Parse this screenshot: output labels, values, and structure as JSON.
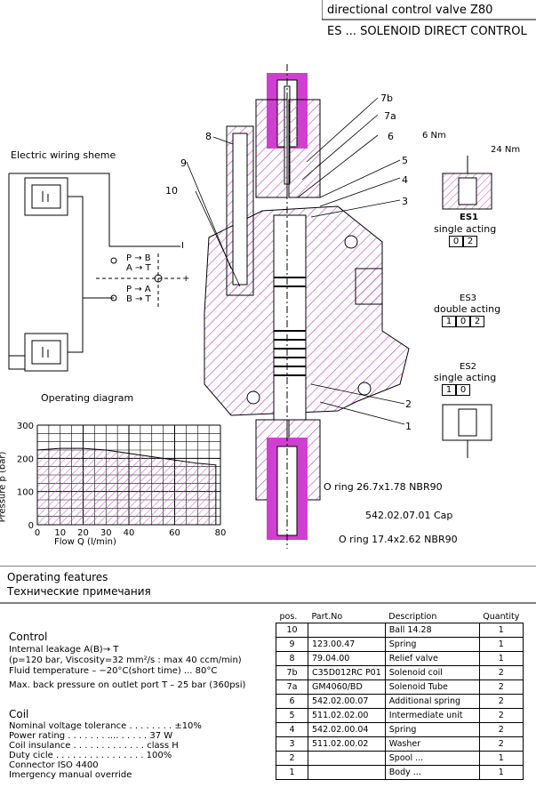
{
  "header": {
    "title": "directional control valve Z80",
    "subtitle": "ES ... SOLENOID DIRECT CONTROL"
  },
  "wiring": {
    "title": "Electric wiring sheme",
    "rows": [
      {
        "left": "P",
        "right": "B"
      },
      {
        "left": "A",
        "right": "T"
      },
      {
        "left": "P",
        "right": "A"
      },
      {
        "left": "B",
        "right": "T"
      }
    ],
    "tag_one": "I",
    "tag_plus": "+"
  },
  "drawing": {
    "callouts": [
      "8",
      "9",
      "10",
      "7b",
      "7a",
      "6",
      "5",
      "4",
      "3",
      "2",
      "1"
    ],
    "torque_a": "6 Nm",
    "torque_b": "24 Nm",
    "variants": [
      {
        "code": "ES1",
        "label": "single acting",
        "cells": [
          "0",
          "2"
        ]
      },
      {
        "code": "ES3",
        "label": "double acting",
        "cells": [
          "1",
          "0",
          "2"
        ]
      },
      {
        "code": "ES2",
        "label": "single acting",
        "cells": [
          "1",
          "0"
        ]
      }
    ],
    "oring_a": "O ring 26.7x1.78 NBR90",
    "cap": "542.02.07.01 Cap",
    "oring_b": "O ring 17.4x2.62 NBR90"
  },
  "chart_data": {
    "type": "area",
    "title": "Operating diagram",
    "xlabel": "Flow Q (l/min)",
    "ylabel": "Pressure p (bar)",
    "xlim": [
      0,
      80
    ],
    "ylim": [
      0,
      300
    ],
    "xticks": [
      0,
      10,
      20,
      30,
      40,
      60,
      80
    ],
    "yticks": [
      0,
      100,
      200,
      300
    ],
    "x": [
      0,
      10,
      20,
      30,
      40,
      50,
      60,
      70,
      78
    ],
    "values": [
      225,
      230,
      230,
      225,
      215,
      205,
      195,
      185,
      180
    ],
    "grid": true
  },
  "features": {
    "title_en": "Operating features",
    "title_ru": "Технические примечания"
  },
  "control": {
    "title": "Control",
    "lines": [
      "Internal leakage A(B)→ T",
      "(p=120 bar, Viscosity=32 mm²/s : max 40 ccm/min)",
      "Fluid temperature – −20°C(short time) ... 80°C",
      "Max. back pressure on outlet port T – 25 bar (360psi)"
    ]
  },
  "coil": {
    "title": "Coil",
    "lines": [
      "Nominal voltage tolerance . . . . . . . . ±10%",
      "Power rating . . . . . . . .... . . . . . 37 W",
      "Coil insulance . . . . . . . . . . . . . class H",
      "Duty cicle . . . . . . . . . . . . . . . . 100%",
      "Connector ISO 4400",
      "Imergency manual override"
    ]
  },
  "parts": {
    "headers": [
      "pos.",
      "Part.No",
      "Description",
      "Quantity"
    ],
    "rows": [
      [
        "10",
        "",
        "Ball 14.28",
        "1"
      ],
      [
        "9",
        "123.00.47",
        "Spring",
        "1"
      ],
      [
        "8",
        "79.04.00",
        "Relief valve",
        "1"
      ],
      [
        "7b",
        "C35D012RC P01",
        "Solenoid coil",
        "2"
      ],
      [
        "7a",
        "GM4060/BD",
        "Solenoid Tube",
        "2"
      ],
      [
        "6",
        "542.02.00.07",
        "Additional spring",
        "2"
      ],
      [
        "5",
        "511.02.02.00",
        "Intermediate unit",
        "2"
      ],
      [
        "4",
        "542.02.00.04",
        "Spring",
        "2"
      ],
      [
        "3",
        "511.02.00.02",
        "Washer",
        "2"
      ],
      [
        "2",
        "",
        "Spool ...",
        "1"
      ],
      [
        "1",
        "",
        "Body ...",
        "1"
      ]
    ]
  }
}
